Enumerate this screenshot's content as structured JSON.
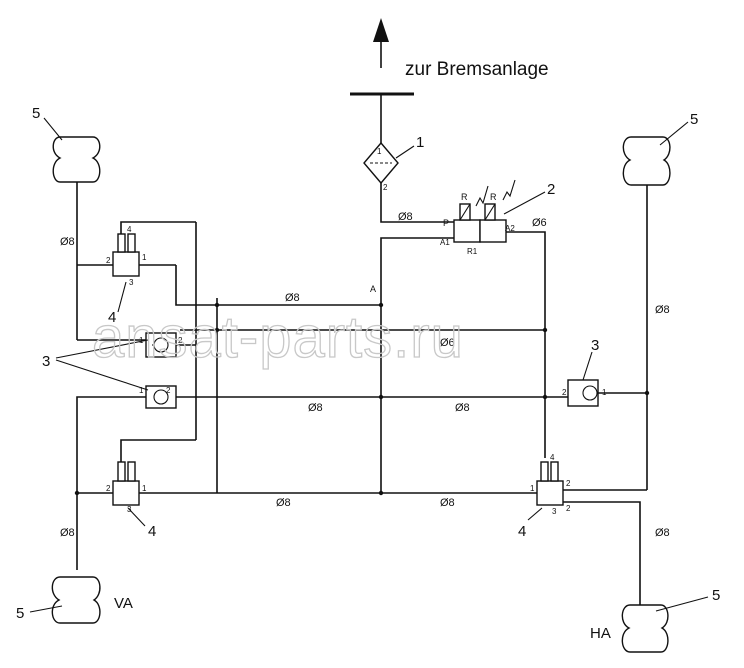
{
  "diagram": {
    "title": "zur Bremsanlage",
    "watermark": "ansat-parts.ru",
    "axle_front": "VA",
    "axle_rear": "HA",
    "part_numbers": {
      "filter": "1",
      "valve_block": "2",
      "check_valve": "3",
      "level_valve": "4",
      "air_spring": "5"
    },
    "pipe_labels": {
      "d8": "Ø8",
      "d6": "Ø6"
    },
    "port_labels": {
      "p1": "1",
      "p2": "2",
      "p3": "3",
      "p4": "4",
      "A": "A",
      "P": "P",
      "R": "R",
      "A1": "A1",
      "A2": "A2",
      "R1": "R1"
    }
  }
}
